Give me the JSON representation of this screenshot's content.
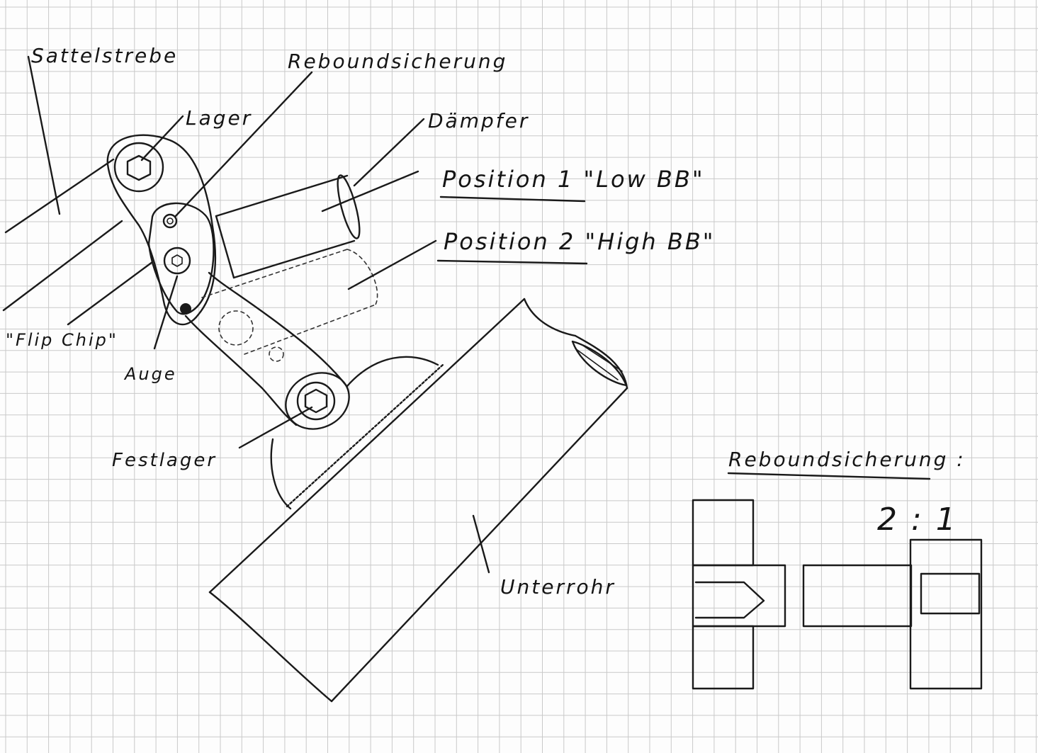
{
  "labels": {
    "sattelstrebe": "Sattelstrebe",
    "reboundsicherung_top": "Reboundsicherung",
    "lager": "Lager",
    "daempfer": "Dämpfer",
    "position_1": "Position 1 \"Low BB\"",
    "position_2": "Position 2 \"High BB\"",
    "flip_chip": "\"Flip Chip\"",
    "auge": "Auge",
    "festlager": "Festlager",
    "unterrohr": "Unterrohr",
    "reboundsicherung_detail": "Reboundsicherung :",
    "scale": "2 : 1"
  },
  "colors": {
    "ink": "#1a1a1a",
    "paper": "#fdfdfd",
    "grid": "#c9c9c9"
  }
}
